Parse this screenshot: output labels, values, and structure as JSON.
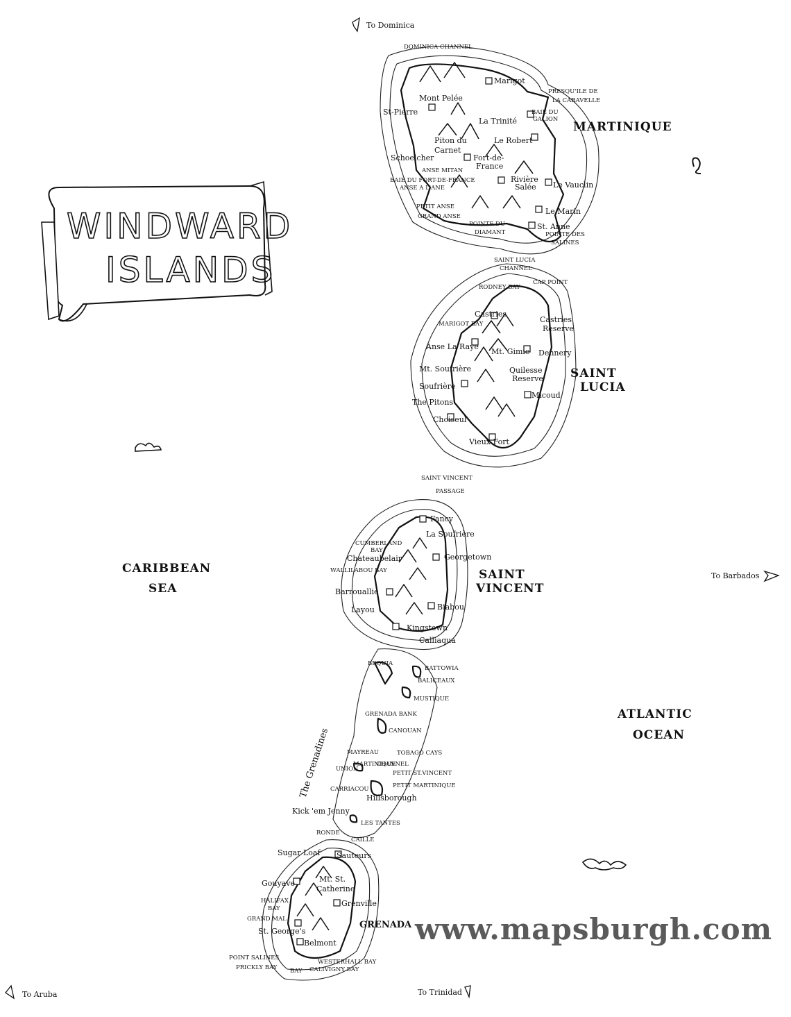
{
  "title": {
    "line1": "WINDWARD",
    "line2": "ISLANDS"
  },
  "watermark": "www.mapsburgh.com",
  "directions": {
    "dominica": "To Dominica",
    "barbados": "To Barbados",
    "aruba": "To Aruba",
    "trinidad": "To Trinidad"
  },
  "seas": {
    "caribbean_1": "CARIBBEAN",
    "caribbean_2": "SEA",
    "atlantic_1": "ATLANTIC",
    "atlantic_2": "OCEAN"
  },
  "islands": {
    "martinique": "MARTINIQUE",
    "saint_lucia_1": "SAINT",
    "saint_lucia_2": "LUCIA",
    "saint_vincent_1": "SAINT",
    "saint_vincent_2": "VINCENT",
    "grenada": "GRENADA",
    "grenadines": "The Grenadines"
  },
  "channels": {
    "dominica_channel": "DOMINICA CHANNEL",
    "st_lucia_channel_1": "SAINT LUCIA",
    "st_lucia_channel_2": "CHANNEL",
    "st_vincent_passage_1": "SAINT VINCENT",
    "st_vincent_passage_2": "PASSAGE",
    "grenada_bank": "GRENADA BANK",
    "martinique_channel_1": "MARTINIQUE",
    "martinique_channel_2": "CHANNEL"
  },
  "martinique_places": {
    "marigot": "Marigot",
    "mont_pelee": "Mont Pelée",
    "st_pierre": "St-Pierre",
    "presquile_1": "PRESQU'ILE DE",
    "presquile_2": "LA CARAVELLE",
    "baie_du_1": "BAIE DU",
    "baie_du_2": "GALION",
    "la_trinite": "La Trinité",
    "le_robert": "Le Robert",
    "piton_1": "Piton du",
    "piton_2": "Carnet",
    "schoelcher": "Schoelcher",
    "fort_1": "Fort-de-",
    "fort_2": "France",
    "anse_mitan": "ANSE MITAN",
    "baie_fort": "BAIE DU FORT-DE-FRANCE",
    "anse_lane": "ANSE A L'ANE",
    "riviere_1": "Rivière",
    "riviere_2": "Salée",
    "le_vauclin": "Le Vauclin",
    "petit_anse": "PETIT ANSE",
    "grand_anse": "GRAND ANSE",
    "le_marin": "Le Marin",
    "st_anne": "St. Anne",
    "diamant_1": "POINTE DU",
    "diamant_2": "DIAMANT",
    "salines_1": "POINTE DES",
    "salines_2": "SALINES"
  },
  "stlucia_places": {
    "rodney_bay": "RODNEY BAY",
    "cap_point": "CAP POINT",
    "castries": "Castries",
    "castries_res_1": "Castries",
    "castries_res_2": "Reserve",
    "marigot_bay": "MARIGOT BAY",
    "anse_la_raye": "Anse La Raye",
    "mt_gimie": "Mt. Gimie",
    "dennery": "Dennery",
    "mt_soufriere": "Mt. Soufrière",
    "quilesse_1": "Quilesse",
    "quilesse_2": "Reserve",
    "soufriere": "Soufrière",
    "the_pitons": "The Pitons",
    "micoud": "Micoud",
    "choiseul": "Choiseul",
    "vieux_fort": "Vieux Fort"
  },
  "stvincent_places": {
    "fancy": "Fancy",
    "la_soufriere": "La Soufrière",
    "cumberland_1": "CUMBERLAND",
    "cumberland_2": "BAY",
    "chateaubelair": "Chateaubelair",
    "georgetown": "Georgetown",
    "wallilabou": "WALLILABOU BAY",
    "barrouallie": "Barrouallie",
    "layou": "Layou",
    "biabou": "Biabou",
    "kingstown": "Kingstown",
    "calliaqua": "Calliaqua"
  },
  "grenadines_places": {
    "bequia": "BEQUIA",
    "battowia": "BATTOWIA",
    "baliceaux": "BALICEAUX",
    "mustique": "MUSTIQUE",
    "canouan": "CANOUAN",
    "mayreau": "MAYREAU",
    "tobago_cays": "TOBAGO CAYS",
    "union": "UNION",
    "petit_st_vincent": "PETIT ST.VINCENT",
    "petit_martinique": "PETIT MARTINIQUE",
    "carriacou": "CARRIACOU",
    "hillsborough": "Hillsborough",
    "kick_em_jenny": "Kick 'em Jenny",
    "les_tantes": "LES TANTES",
    "ronde": "RONDE",
    "caille": "CAILLE"
  },
  "grenada_places": {
    "sugar_loaf": "Sugar Loaf",
    "sauteurs": "Sauteurs",
    "gouyave": "Gouyave",
    "mt_cath_1": "Mt. St.",
    "mt_cath_2": "Catherine",
    "halifax_1": "HALIFAX",
    "halifax_2": "BAY",
    "grenville": "Grenville",
    "grand_mal": "GRAND MAL",
    "st_georges": "St. George's",
    "belmont": "Belmont",
    "point_salines": "POINT SALINES",
    "westerhall": "WESTERHALL BAY",
    "prickly_bay": "PRICKLY BAY",
    "bay": "BAY",
    "calivigny": "CALIVIGNY BAY"
  }
}
